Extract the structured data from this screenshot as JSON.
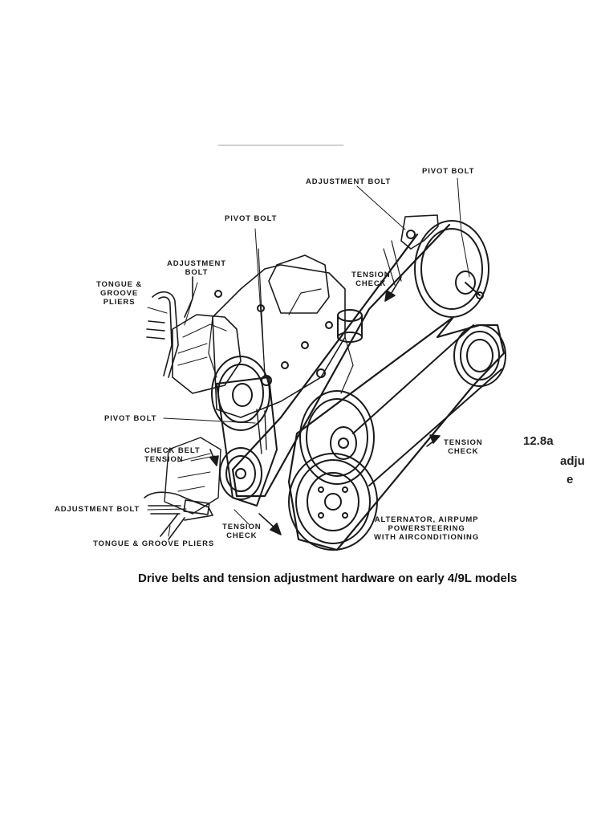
{
  "labels": {
    "pivot_bolt_top_right": "PIVOT BOLT",
    "adjustment_bolt_top": "ADJUSTMENT BOLT",
    "pivot_bolt_top_center": "PIVOT BOLT",
    "adjustment_bolt_left": "ADJUSTMENT\nBOLT",
    "tongue_groove_pliers_top": "TONGUE &\nGROOVE\nPLIERS",
    "tension_check_top": "TENSION\nCHECK",
    "pivot_bolt_mid": "PIVOT BOLT",
    "check_belt_tension": "CHECK BELT\nTENSION",
    "tension_check_right": "TENSION\nCHECK",
    "adjustment_bolt_bottom": "ADJUSTMENT BOLT",
    "tension_check_bottom": "TENSION\nCHECK",
    "tongue_groove_pliers_bottom": "TONGUE & GROOVE PLIERS",
    "alternator_note": "ALTERNATOR, AIRPUMP\nPOWERSTEERING\nWITH AIRCONDITIONING"
  },
  "figure_ref": {
    "number": "12.8a",
    "line2": "adju",
    "line3": "e"
  },
  "caption": "Drive belts and tension adjustment hardware on early 4/9L models"
}
